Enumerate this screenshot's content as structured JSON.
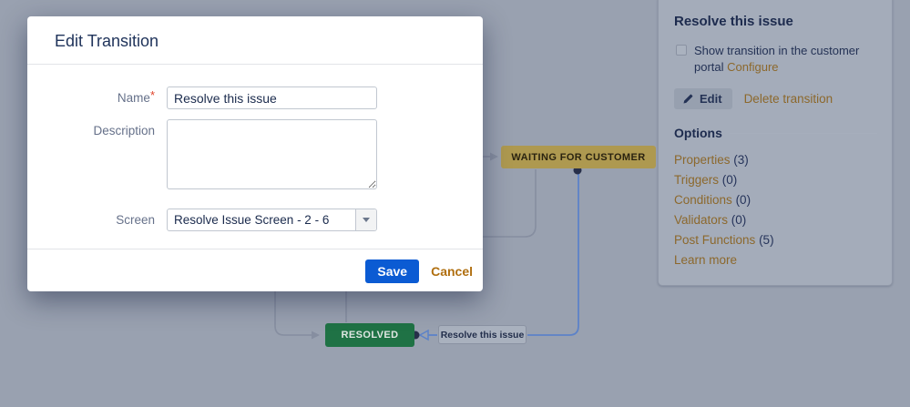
{
  "modal": {
    "title": "Edit Transition",
    "fields": {
      "name_label": "Name",
      "name_required_mark": "*",
      "name_value": "Resolve this issue",
      "description_label": "Description",
      "description_value": "",
      "screen_label": "Screen",
      "screen_value": "Resolve Issue Screen - 2 - 6"
    },
    "save_label": "Save",
    "cancel_label": "Cancel"
  },
  "panel": {
    "title": "Resolve this issue",
    "checkbox_label": "Show transition in the customer portal",
    "configure_label": "Configure",
    "edit_label": "Edit",
    "delete_label": "Delete transition",
    "options": {
      "heading": "Options",
      "items": [
        {
          "label": "Properties",
          "count": "(3)"
        },
        {
          "label": "Triggers",
          "count": "(0)"
        },
        {
          "label": "Conditions",
          "count": "(0)"
        },
        {
          "label": "Validators",
          "count": "(0)"
        },
        {
          "label": "Post Functions",
          "count": "(5)"
        },
        {
          "label": "Learn more",
          "count": ""
        }
      ]
    }
  },
  "diagram": {
    "statuses": [
      {
        "label": "WAITING FOR CUSTOMER",
        "color": "#ae9950"
      },
      {
        "label": "RESOLVED",
        "color": "#1f7245"
      }
    ],
    "transition_label": "Resolve this issue"
  },
  "colors": {
    "save_button": "#0b5bd3",
    "cancel_link": "#b06f10",
    "panel_link_amber": "#8c682c",
    "blanket_background": "#99a1b0",
    "blue_transition_line": "#5c82c8",
    "gray_transition_line": "#868ea0",
    "required_asterisk": "#e0432b"
  }
}
